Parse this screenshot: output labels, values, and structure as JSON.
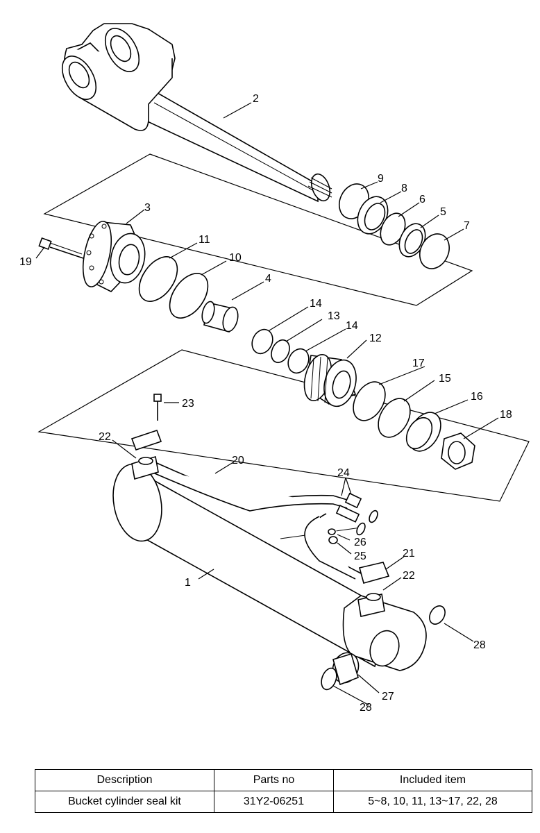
{
  "callouts": {
    "c1": "1",
    "c2": "2",
    "c3": "3",
    "c4": "4",
    "c5": "5",
    "c6": "6",
    "c7": "7",
    "c8": "8",
    "c9": "9",
    "c10": "10",
    "c11": "11",
    "c12": "12",
    "c13": "13",
    "c14a": "14",
    "c14b": "14",
    "c15": "15",
    "c16": "16",
    "c17": "17",
    "c18": "18",
    "c19": "19",
    "c20": "20",
    "c21": "21",
    "c22a": "22",
    "c22b": "22",
    "c23": "23",
    "c24": "24",
    "c25": "25",
    "c26": "26",
    "c27": "27",
    "c28a": "28",
    "c28b": "28"
  },
  "table": {
    "headers": [
      "Description",
      "Parts no",
      "Included item"
    ],
    "rows": [
      [
        "Bucket cylinder seal kit",
        "31Y2-06251",
        "5~8, 10, 11, 13~17, 22, 28"
      ]
    ]
  }
}
